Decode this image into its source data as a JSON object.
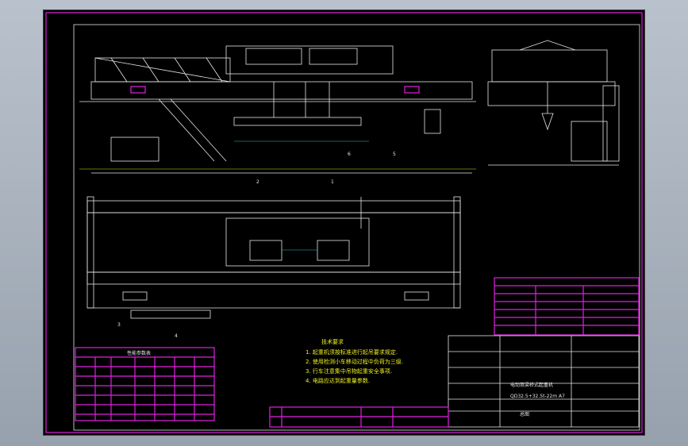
{
  "notes": {
    "title": "技术要求",
    "items": [
      "1. 起重机须按标准进行起吊要求规定.",
      "2. 使用检测小车移动过程中负荷为三级.",
      "3. 行车注意集中吊物起重安全事项.",
      "4. 电路应达到起重量参数."
    ]
  },
  "params_table": {
    "title": "性能参数表"
  },
  "title_block": {
    "drawing_name": "电动双梁桥式起重机",
    "drawing_code": "QD32.5+32.5t-22m A7",
    "footer": "总图"
  },
  "balloons": [
    "1",
    "2",
    "3",
    "4",
    "5",
    "6"
  ],
  "colors": {
    "border": "#e020e0",
    "lines": "#e6e6e6",
    "notes": "#f0f020",
    "dims": "#30c0c0"
  }
}
